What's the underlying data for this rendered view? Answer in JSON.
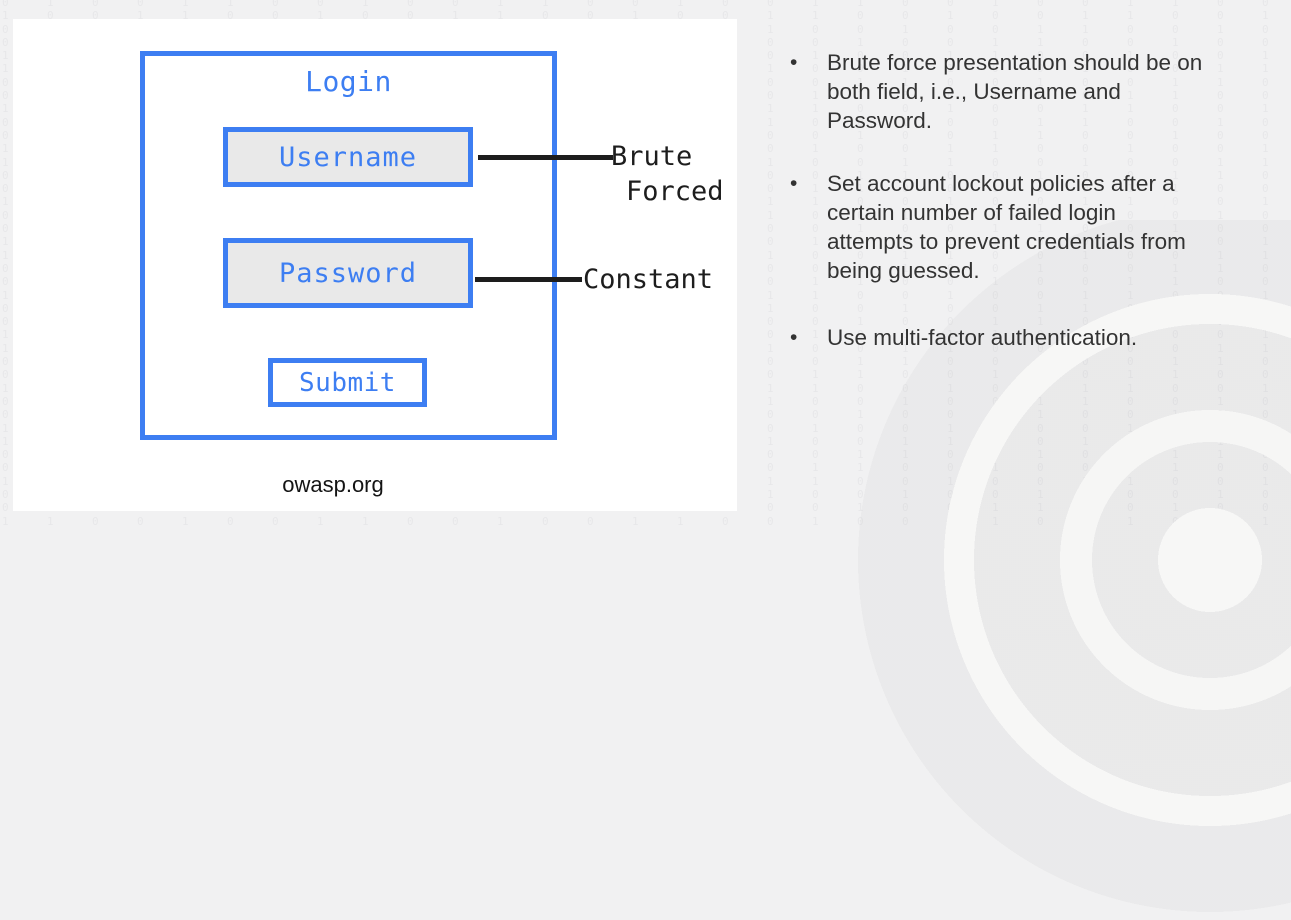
{
  "colors": {
    "accent_blue": "#3D7EF2",
    "field_fill": "#E9E9E9",
    "ink": "#1D1D1D",
    "bullet_text": "#333333",
    "slide_bg": "#F1F1F2"
  },
  "diagram": {
    "title": "Login",
    "fields": [
      {
        "label": "Username"
      },
      {
        "label": "Password"
      }
    ],
    "submit_label": "Submit",
    "annotations": {
      "brute_line1": "Brute",
      "brute_line2": "Forced",
      "constant": "Constant"
    },
    "attribution": "owasp.org"
  },
  "right_panel": {
    "bullet_char": "•",
    "bullets": [
      {
        "lines": [
          "Brute force presentation should be on",
          "both field, i.e., Username and",
          "Password."
        ]
      },
      {
        "lines": [
          "Set account lockout policies after a",
          "certain number of failed login",
          "attempts to prevent credentials from",
          "being guessed."
        ]
      },
      {
        "lines": [
          "Use multi-factor authentication."
        ]
      }
    ]
  }
}
